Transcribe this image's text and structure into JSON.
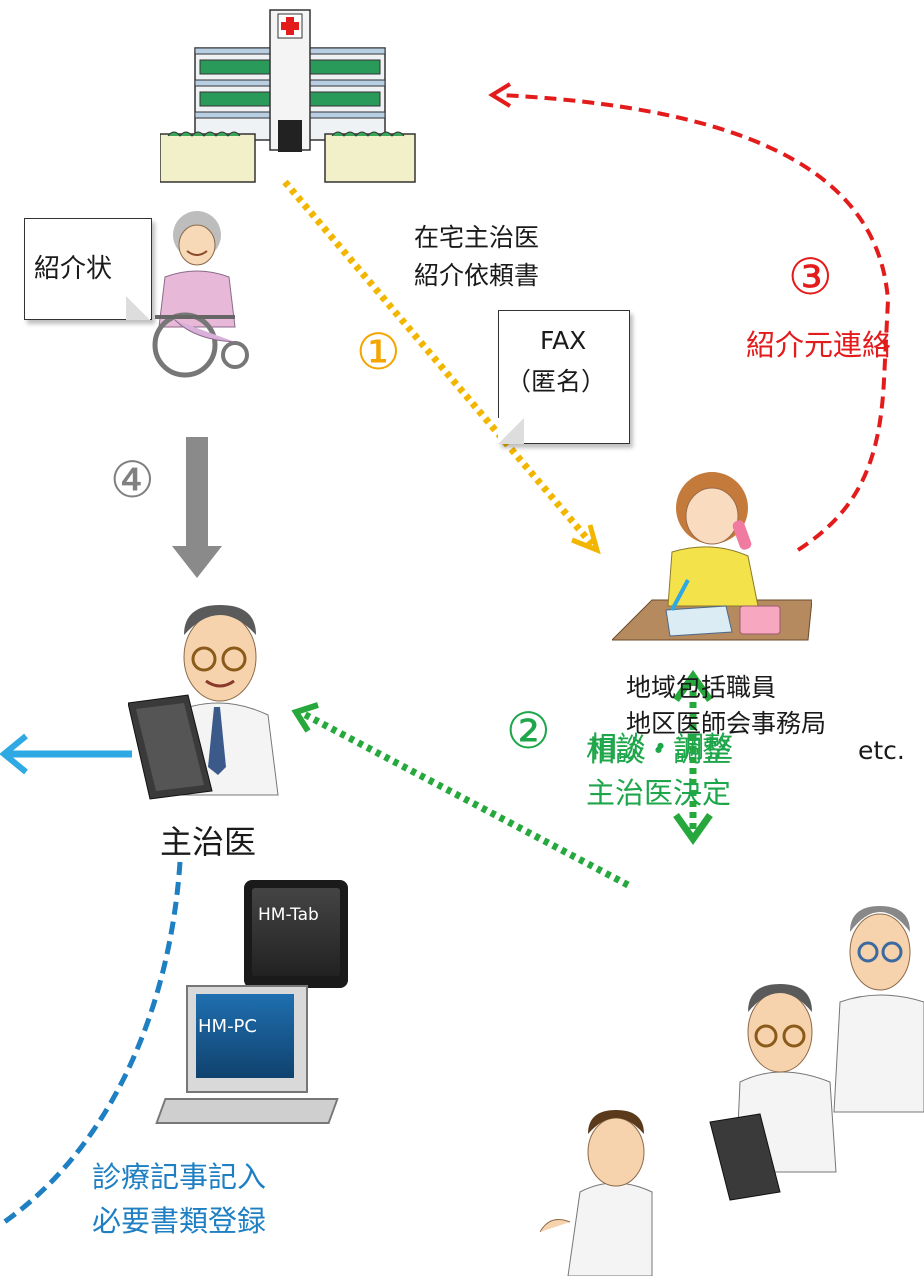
{
  "colors": {
    "orange": "#f5a500",
    "yellow_dots": "#f3b600",
    "red": "#e31b1b",
    "green": "#1ea64a",
    "green_dots": "#27a83c",
    "blue": "#1e7fc2",
    "sky": "#2ea9e3",
    "gray": "#808080"
  },
  "hospital": {
    "icon": "hospital-icon"
  },
  "patient": {
    "icon": "wheelchair-patient-icon",
    "letter_label": "紹介状"
  },
  "steps": {
    "s1": {
      "number": "①",
      "label_line1": "在宅主治医",
      "label_line2": "紹介依頼書"
    },
    "s2": {
      "number": "②"
    },
    "s3": {
      "number": "③",
      "label": "紹介元連絡"
    },
    "s4": {
      "number": "④"
    }
  },
  "fax": {
    "line1": "FAX",
    "line2": "（匿名）"
  },
  "office": {
    "icon": "office-staff-phone-icon",
    "line1": "地域包括職員",
    "line2": "地区医師会事務局",
    "line3": "etc."
  },
  "doctor": {
    "icon": "doctor-laptop-icon",
    "label": "主治医"
  },
  "consult": {
    "line1": "相談・調整",
    "line2": "主治医決定"
  },
  "devices": {
    "tab_label": "HM-Tab",
    "pc_label": "HM-PC"
  },
  "records": {
    "line1": "診療記事記入",
    "line2": "必要書類登録"
  },
  "doctors_group": {
    "icon": "doctors-group-icon"
  }
}
